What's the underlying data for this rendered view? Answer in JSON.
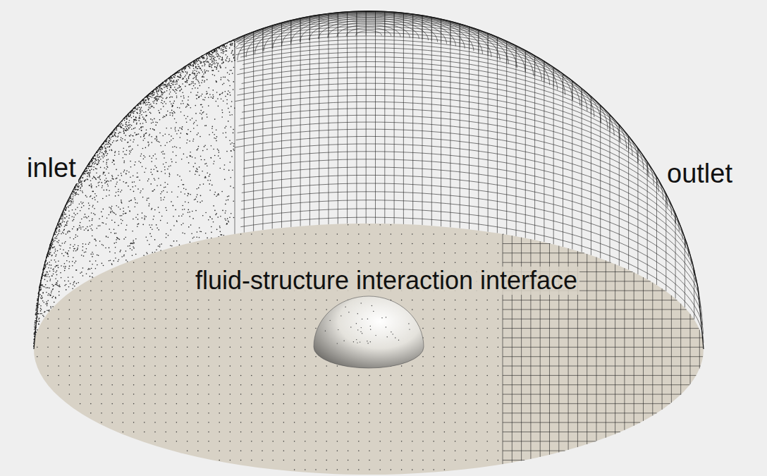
{
  "diagram": {
    "labels": [
      "inlet",
      "outlet",
      "fluid-structure interaction interface"
    ]
  }
}
